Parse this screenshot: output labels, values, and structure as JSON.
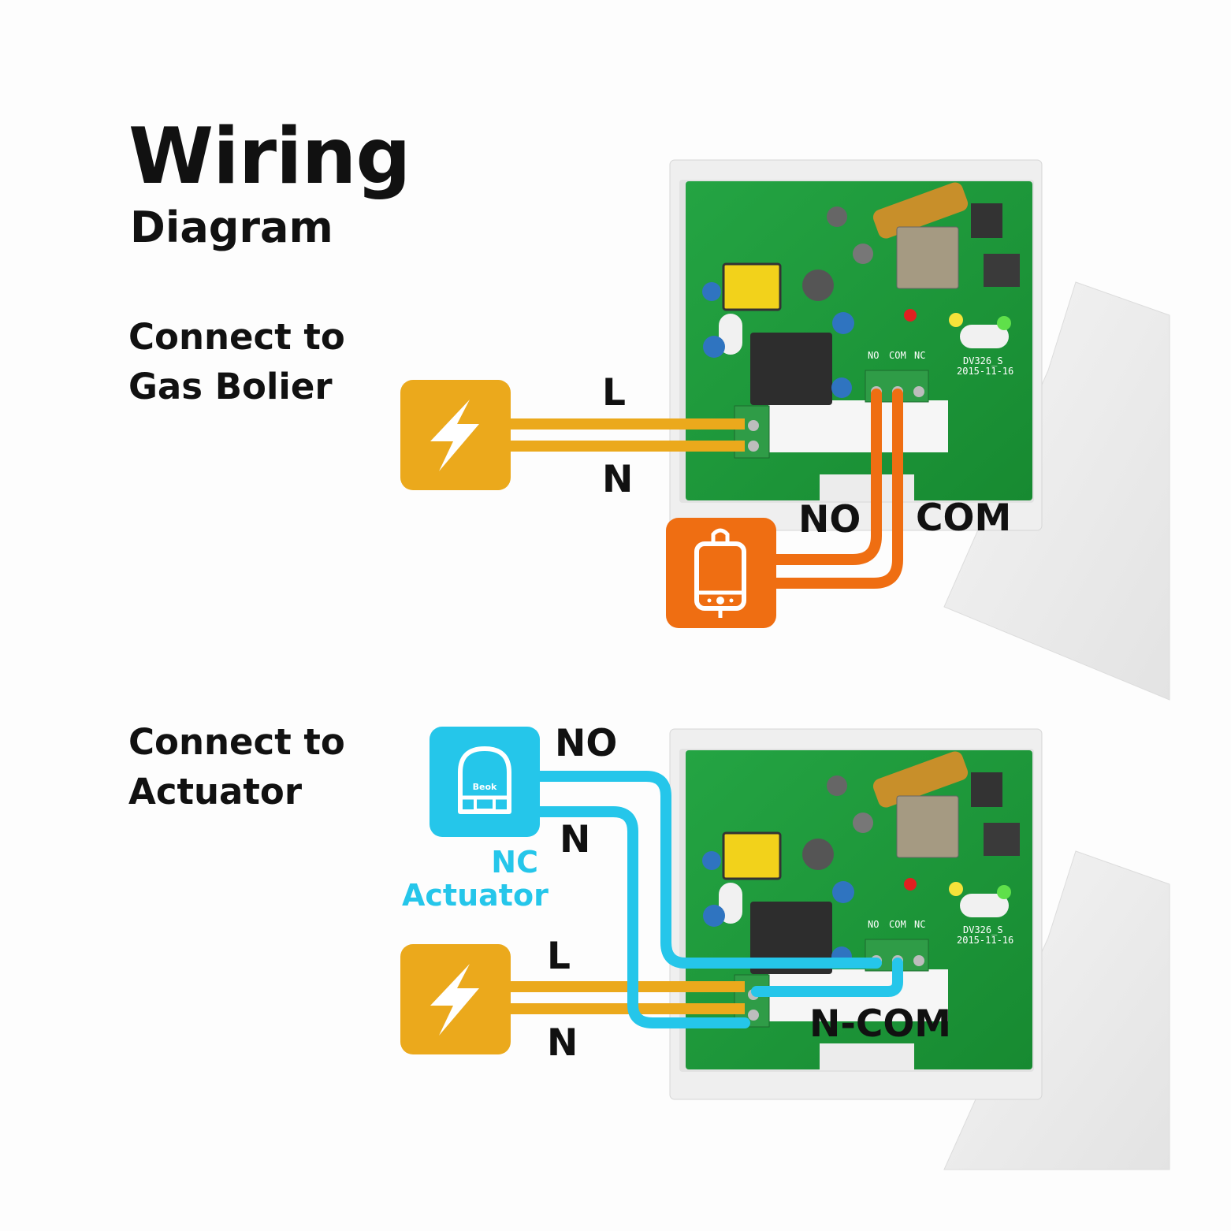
{
  "title": {
    "main": "Wiring",
    "sub": "Diagram"
  },
  "sections": [
    {
      "label_line1": "Connect to",
      "label_line2": "Gas Bolier",
      "wire_labels": {
        "l": "L",
        "n": "N",
        "no": "NO",
        "com": "COM"
      },
      "board_terminals": {
        "no": "NO",
        "com": "COM",
        "nc": "NC"
      },
      "board_marking": {
        "model": "DV326_S",
        "date": "2015-11-16"
      }
    },
    {
      "label_line1": "Connect to",
      "label_line2": "Actuator",
      "device_caption_line1": "NC",
      "device_caption_line2": "Actuator",
      "device_brand": "Beok",
      "wire_labels": {
        "no": "NO",
        "n_top": "N",
        "l": "L",
        "n": "N",
        "ncom": "N-COM"
      },
      "board_terminals": {
        "no": "NO",
        "com": "COM",
        "nc": "NC"
      },
      "board_marking": {
        "model": "DV326_S",
        "date": "2015-11-16"
      }
    }
  ],
  "colors": {
    "power": "#eba91c",
    "boiler": "#ef6e12",
    "actuator": "#25c6ea",
    "pcb": "#1f9a3a",
    "housing": "#eeeeee"
  },
  "icons": [
    "lightning-icon",
    "boiler-icon",
    "actuator-icon"
  ]
}
